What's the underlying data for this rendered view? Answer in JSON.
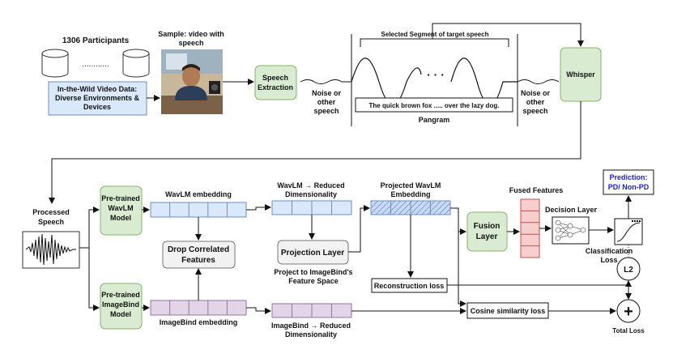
{
  "colors": {
    "green_fill": "#d9ecd2",
    "green_stroke": "#82b366",
    "blue_fill": "#dae8fc",
    "blue_stroke": "#6c8ebf",
    "purple_fill": "#e1d5e7",
    "purple_stroke": "#9673a6",
    "red_fill": "#f8cecc",
    "red_stroke": "#b85450",
    "prediction_text": "#1a1aff",
    "gray_fill": "#f2f2f2"
  },
  "top": {
    "participants": "1306 Participants",
    "dots": "............",
    "wild_line1": "In-the-Wild Video Data:",
    "wild_line2": "Diverse Environments &",
    "wild_line3": "Devices",
    "sample_line1": "Sample: video with",
    "sample_line2": "speech",
    "speech_extraction_line1": "Speech",
    "speech_extraction_line2": "Extraction",
    "noise_left_line1": "Noise or",
    "noise_left_line2": "other",
    "noise_left_line3": "speech",
    "selected_segment": "Selected Segment of target speech",
    "ellipsis": "· · ·",
    "pangram_sentence": "The quick brown fox ..... over the lazy dog.",
    "pangram": "Pangram",
    "noise_right_line1": "Noise or",
    "noise_right_line2": "other",
    "noise_right_line3": "speech",
    "whisper": "Whisper"
  },
  "bottom": {
    "processed_line1": "Processed",
    "processed_line2": "Speech",
    "wavlm_model_line1": "Pre-trained",
    "wavlm_model_line2": "WavLM",
    "wavlm_model_line3": "Model",
    "imagebind_model_line1": "Pre-trained",
    "imagebind_model_line2": "ImageBind",
    "imagebind_model_line3": "Model",
    "wavlm_embedding": "WavLM embedding",
    "imagebind_embedding": "ImageBind embedding",
    "drop_line1": "Drop Correlated",
    "drop_line2": "Features",
    "wavlm_reduced_line1": "WavLM → Reduced",
    "wavlm_reduced_line2": "Dimensionality",
    "imagebind_reduced_line1": "ImageBind → Reduced",
    "imagebind_reduced_line2": "Dimensionality",
    "projection_layer": "Projection Layer",
    "project_to_line1": "Project to ImageBind's",
    "project_to_line2": "Feature Space",
    "projected_line1": "Projected WavLM",
    "projected_line2": "Embedding",
    "reconstruction_loss": "Reconstruction loss",
    "cosine_loss": "Cosine similarity loss",
    "fusion_line1": "Fusion",
    "fusion_line2": "Layer",
    "fused_features": "Fused Features",
    "decision_layer": "Decision Layer",
    "prediction_line1": "Prediction:",
    "prediction_line2": "PD/ Non-PD",
    "classification_line1": "Classification",
    "classification_line2": "Loss",
    "l2": "L2",
    "plus": "+",
    "total_loss": "Total Loss"
  }
}
